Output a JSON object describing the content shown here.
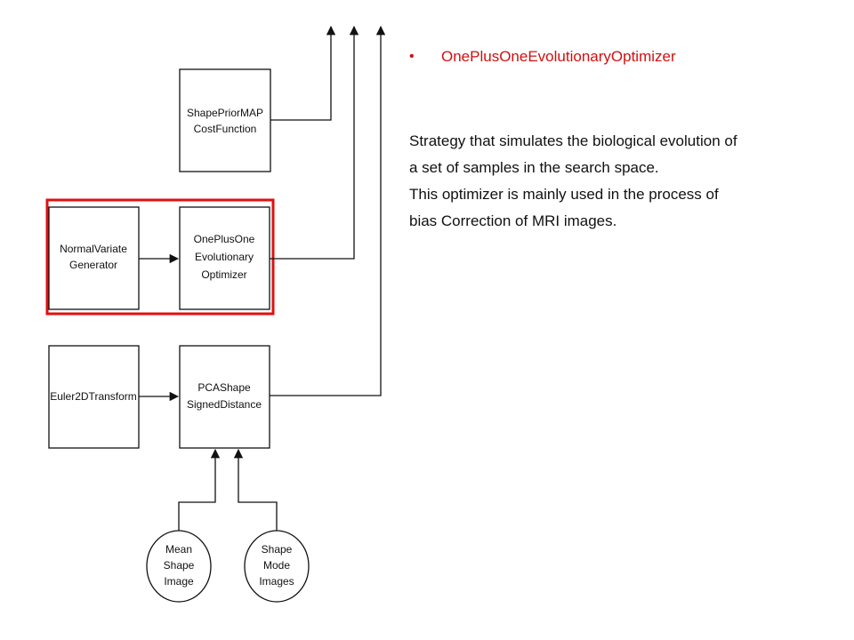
{
  "diagram": {
    "nodes": {
      "shapeprior": [
        "ShapePriorMAP",
        "CostFunction"
      ],
      "normalvariate": [
        "NormalVariate",
        "Generator"
      ],
      "oneplusone": [
        "OnePlusOne",
        "Evolutionary",
        "Optimizer"
      ],
      "euler": [
        "Euler2DTransform"
      ],
      "pcashape": [
        "PCAShape",
        "SignedDistance"
      ],
      "meanshape": [
        "Mean",
        "Shape",
        "Image"
      ],
      "shapemode": [
        "Shape",
        "Mode",
        "Images"
      ]
    },
    "highlight_color": "#e01010"
  },
  "panel": {
    "bullet": "OnePlusOneEvolutionaryOptimizer",
    "bullet_color": "#d01010",
    "description_lines": [
      "Strategy that simulates the biological evolution of",
      "a set of samples in the search space.",
      "This optimizer is mainly used in the process of",
      "bias Correction of MRI images."
    ]
  }
}
